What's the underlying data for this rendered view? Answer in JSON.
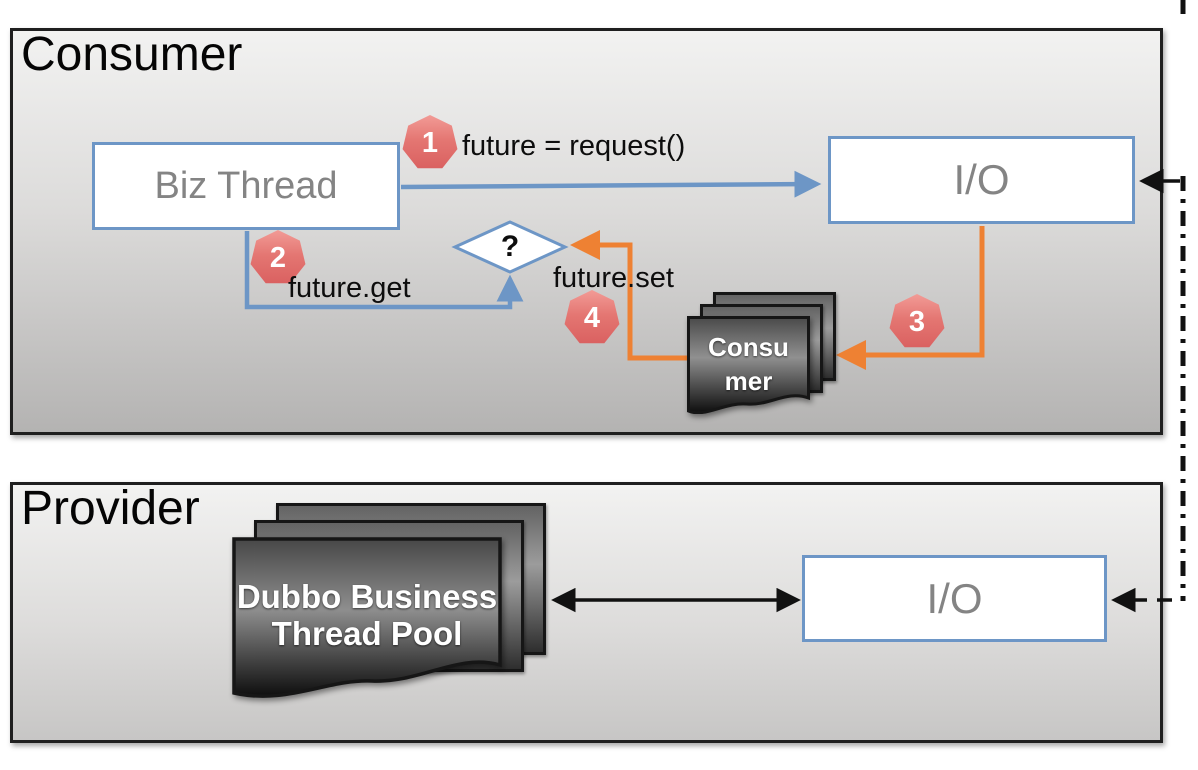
{
  "sections": {
    "consumer": {
      "title": "Consumer"
    },
    "provider": {
      "title": "Provider"
    }
  },
  "nodes": {
    "biz_thread": {
      "label": "Biz Thread"
    },
    "consumer_io": {
      "label": "I/O"
    },
    "provider_io": {
      "label": "I/O"
    },
    "decision": {
      "label": "?"
    },
    "consumer_pool": {
      "lines": [
        "Consu",
        "mer"
      ]
    },
    "dubbo_pool": {
      "lines": [
        "Dubbo Business",
        "Thread Pool"
      ]
    }
  },
  "steps": {
    "request_label": "future = request()",
    "future_get_label": "future.get",
    "future_set_label": "future.set",
    "badges": [
      "1",
      "2",
      "3",
      "4"
    ]
  },
  "colors": {
    "accent_blue": "#6d96c6",
    "accent_orange": "#ee8133",
    "badge_red": "#e06a66",
    "section_border": "#1f1f1f",
    "node_text_gray": "#848484",
    "card_dark": "#2e2e2e"
  }
}
